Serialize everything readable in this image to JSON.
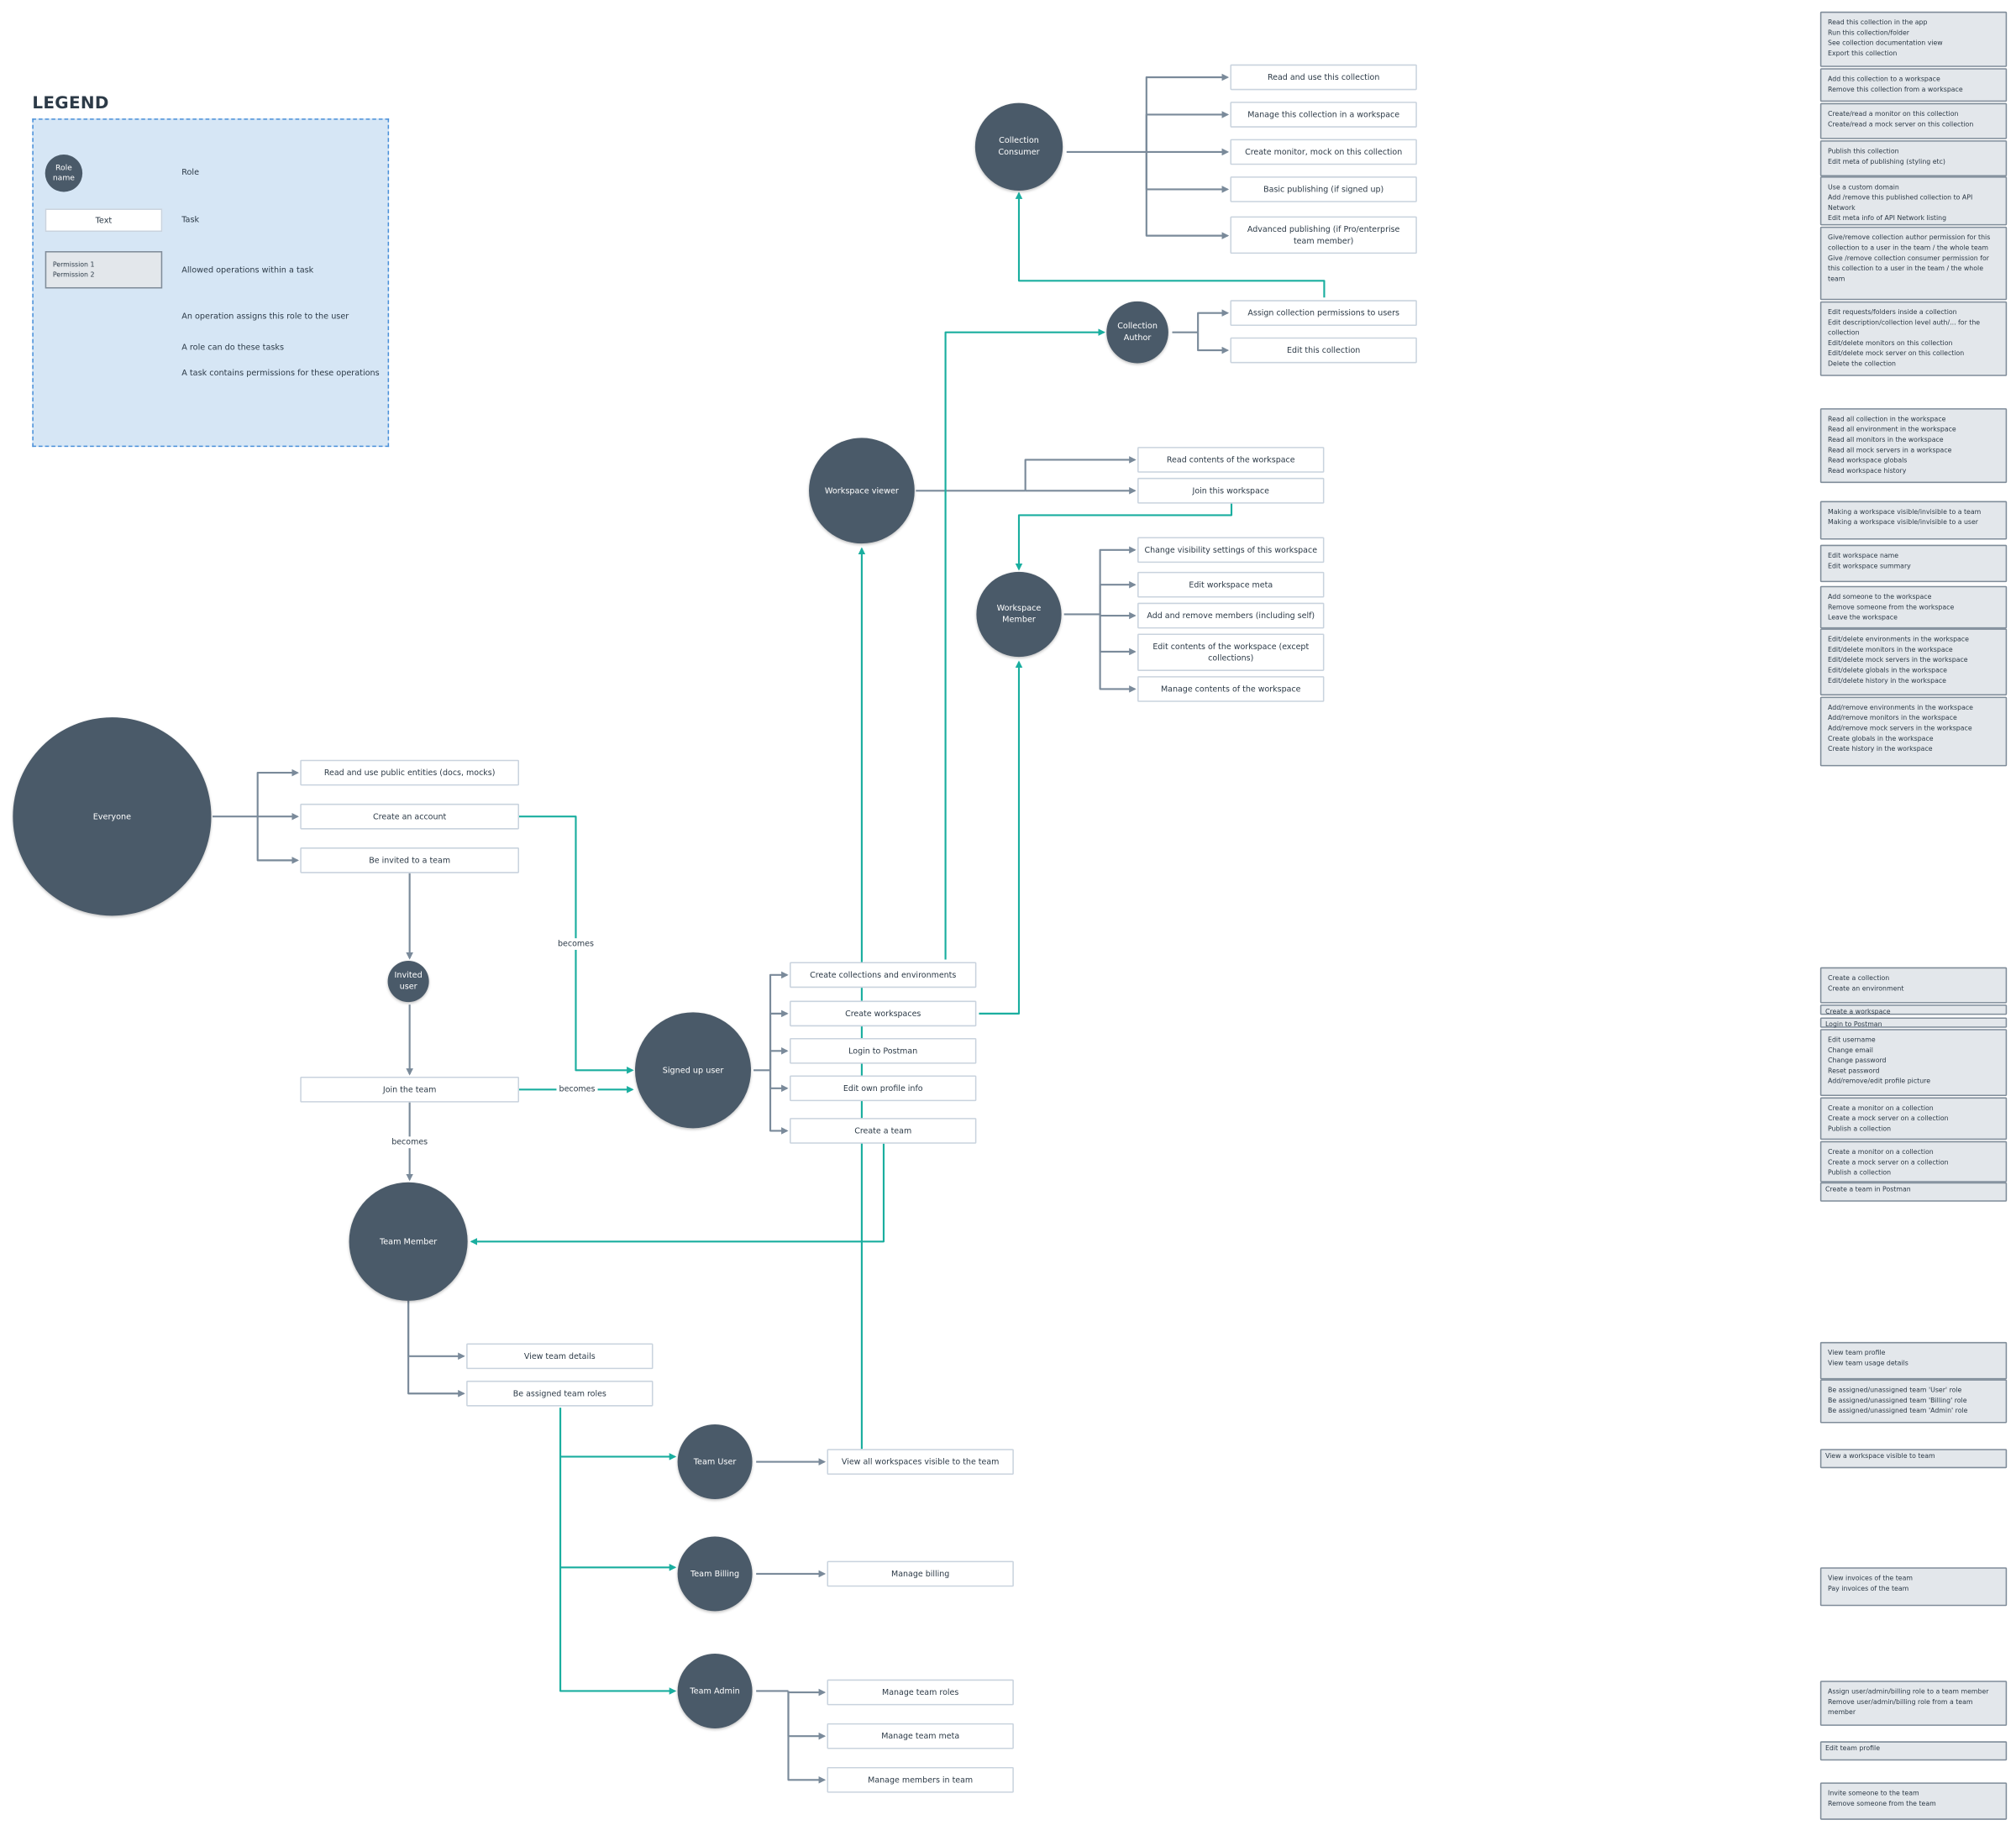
{
  "colors": {
    "role": "#4a5a69",
    "task_line": "#7a8a9a",
    "assign_line": "#1aae9f",
    "legend_bg": "#d6e6f5",
    "permission_bg": "#e3e7eb"
  },
  "legend": {
    "title": "LEGEND",
    "role_sample": "Role name",
    "role_label": "Role",
    "task_sample": "Text",
    "task_label": "Task",
    "permission_sample": [
      "Permission 1",
      "Permission 2"
    ],
    "permission_label": "Allowed operations within a task",
    "assign_arrow_label": "An operation assigns this role to the user",
    "task_arrow_label": "A role can do these tasks",
    "permission_arrow_label": "A task contains permissions for these operations"
  },
  "roles": {
    "everyone": "Everyone",
    "invited_user": "Invited user",
    "team_member": "Team Member",
    "signed_up_user": "Signed up user",
    "team_user": "Team User",
    "team_billing": "Team Billing",
    "team_admin": "Team Admin",
    "workspace_viewer": "Workspace viewer",
    "workspace_member": "Workspace Member",
    "collection_author": "Collection Author",
    "collection_consumer": "Collection Consumer"
  },
  "tasks": {
    "read_public": "Read and use public entities (docs, mocks)",
    "create_account": "Create an account",
    "be_invited": "Be invited to a team",
    "join_team": "Join the team",
    "view_team_details": "View team details",
    "be_assigned_roles": "Be assigned team roles",
    "view_all_workspaces": "View all workspaces visible to the team",
    "manage_billing": "Manage billing",
    "manage_team_roles": "Manage team roles",
    "manage_team_meta": "Manage team meta",
    "manage_members": "Manage members in team",
    "create_collections": "Create collections and environments",
    "create_workspaces": "Create workspaces",
    "login": "Login to Postman",
    "edit_profile": "Edit own profile info",
    "create_team": "Create a team",
    "read_workspace": "Read contents of the workspace",
    "join_workspace": "Join this workspace",
    "change_visibility": "Change visibility settings of this workspace",
    "edit_workspace_meta": "Edit workspace meta",
    "add_remove_members": "Add and remove members (including self)",
    "edit_workspace_contents": "Edit contents of the workspace (except collections)",
    "manage_workspace_contents": "Manage contents of the workspace",
    "read_collection": "Read and use this collection",
    "manage_collection": "Manage this collection in a workspace",
    "create_monitor_mock": "Create monitor, mock on this collection",
    "basic_publishing": "Basic publishing (if signed up)",
    "advanced_publishing": "Advanced publishing (if Pro/enterprise team member)",
    "assign_collection_perms": "Assign collection permissions to users",
    "edit_collection": "Edit this collection"
  },
  "becomes_labels": [
    "becomes",
    "becomes",
    "becomes"
  ],
  "permissions": [
    [
      "Read this collection in the app",
      "Run this collection/folder",
      "See collection documentation view",
      "Export this collection"
    ],
    [
      "Add this collection to a workspace",
      "Remove this collection from a workspace"
    ],
    [
      "Create/read a monitor on this collection",
      "Create/read a mock server on this collection"
    ],
    [
      "Publish this collection",
      "Edit meta of publishing (styling etc)"
    ],
    [
      "Use a custom domain",
      "Add /remove this published collection to API Network",
      "Edit meta info of API Network listing"
    ],
    [
      "Give/remove collection author permission for this collection to a user in the team / the whole team",
      "Give /remove collection consumer permission for this collection to a user in the team / the whole team"
    ],
    [
      "Edit requests/folders inside a collection",
      "Edit description/collection level auth/... for the collection",
      "Edit/delete monitors on this collection",
      "Edit/delete mock server on this collection",
      "Delete the collection"
    ],
    [
      "Read all collection in the workspace",
      "Read all environment in the workspace",
      "Read all monitors in the workspace",
      "Read all mock servers in a workspace",
      "Read workspace globals",
      "Read workspace history"
    ],
    [
      "Making a workspace visible/invisible to a team",
      "Making a workspace visible/invisible to a user"
    ],
    [
      "Edit workspace name",
      "Edit workspace summary"
    ],
    [
      "Add someone to the workspace",
      "Remove someone from the workspace",
      "Leave the workspace"
    ],
    [
      "Edit/delete environments in the workspace",
      "Edit/delete monitors in the workspace",
      "Edit/delete mock servers in the workspace",
      "Edit/delete globals in the workspace",
      "Edit/delete history in the workspace"
    ],
    [
      "Add/remove environments in the workspace",
      "Add/remove monitors in the workspace",
      "Add/remove mock servers in the workspace",
      "Create globals in the workspace",
      "Create history in the workspace"
    ],
    [
      "Create a collection",
      "Create an environment"
    ],
    [
      "Create a workspace"
    ],
    [
      "Login to Postman"
    ],
    [
      "Edit username",
      "Change email",
      "Change password",
      "Reset password",
      "Add/remove/edit profile picture"
    ],
    [
      "Create a monitor on a collection",
      "Create a mock server on a collection",
      "Publish a collection"
    ],
    [
      "Create a monitor on a collection",
      "Create a mock server on a collection",
      "Publish a collection"
    ],
    [
      "Create a team in Postman"
    ],
    [
      "View team profile",
      "View team usage details"
    ],
    [
      "Be assigned/unassigned team 'User' role",
      "Be assigned/unassigned team 'Billing' role",
      "Be assigned/unassigned team 'Admin' role"
    ],
    [
      "View a workspace visible to team"
    ],
    [
      "View invoices of the team",
      "Pay invoices of the team"
    ],
    [
      "Assign user/admin/billing role to a team member",
      "Remove user/admin/billing role from a team member"
    ],
    [
      "Edit team profile"
    ],
    [
      "Invite someone to the team",
      "Remove someone from the team"
    ]
  ]
}
